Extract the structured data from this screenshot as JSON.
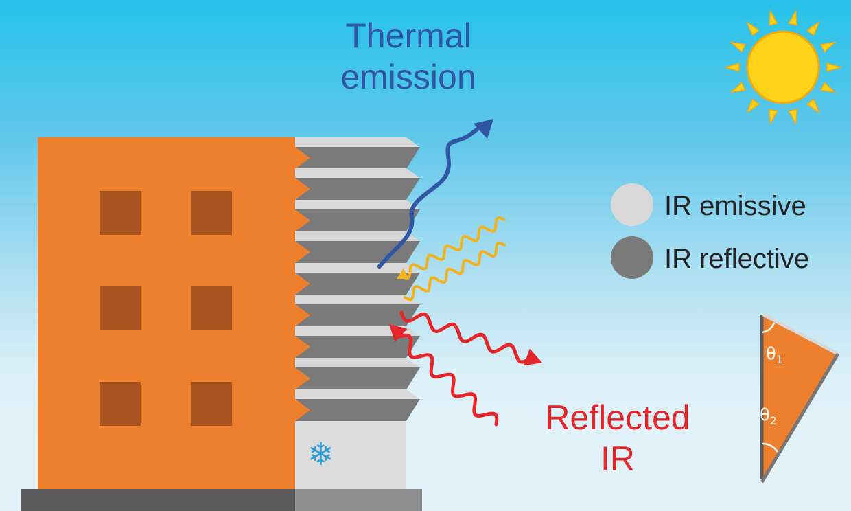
{
  "labels": {
    "thermal_line1": "Thermal",
    "thermal_line2": "emission",
    "reflected_line1": "Reflected",
    "reflected_line2": "IR"
  },
  "legend": {
    "emissive": {
      "label": "IR emissive",
      "color": "#d9d9d9"
    },
    "reflective": {
      "label": "IR reflective",
      "color": "#7a7a7a"
    }
  },
  "angles": {
    "theta1": {
      "symbol": "θ",
      "sub": "1"
    },
    "theta2": {
      "symbol": "θ",
      "sub": "2"
    }
  },
  "icons": {
    "sun": "sun-icon",
    "snowflake": "snowflake-icon",
    "snowflake_glyph": "❄"
  },
  "colors": {
    "building": "#ee7f2d",
    "window": "#a8531f",
    "thermal_arrow": "#2f55a3",
    "solar_arrow": "#f2b21c",
    "reflected_arrow": "#e4262a",
    "sky_top": "#27c3ea",
    "sky_bottom": "#e4f3f9",
    "ground": "#5a5a5a"
  }
}
